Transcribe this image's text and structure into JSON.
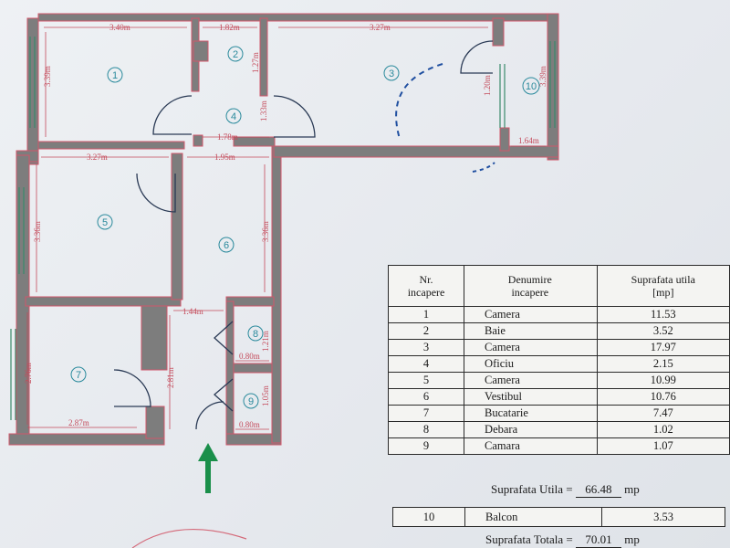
{
  "rooms_on_plan": [
    {
      "num": "1"
    },
    {
      "num": "2"
    },
    {
      "num": "3"
    },
    {
      "num": "4"
    },
    {
      "num": "5"
    },
    {
      "num": "6"
    },
    {
      "num": "7"
    },
    {
      "num": "8"
    },
    {
      "num": "9"
    },
    {
      "num": "10"
    }
  ],
  "dimensions": {
    "d1": "3.40m",
    "d2": "1.82m",
    "d3": "3.27m",
    "d4": "3.39m",
    "d5": "1.78m",
    "d6": "3.27m",
    "d7": "1.95m",
    "d8": "3.36m",
    "d9": "3.36m",
    "d10": "1.44m",
    "d11": "0.80m",
    "d12": "0.80m",
    "d13": "2.76m",
    "d14": "2.87m",
    "d15": "2.81m",
    "d16": "1.64m",
    "d17": "1.27m",
    "d18": "1.33m",
    "d19": "1.21m",
    "d20": "1.05m",
    "d21": "1.20m",
    "d22": "3.39m"
  },
  "table": {
    "headers": {
      "nr": "Nr.\nincapere",
      "name": "Denumire\nincapere",
      "area": "Suprafata utila\n[mp]"
    },
    "rows": [
      {
        "nr": "1",
        "name": "Camera",
        "area": "11.53"
      },
      {
        "nr": "2",
        "name": "Baie",
        "area": "3.52"
      },
      {
        "nr": "3",
        "name": "Camera",
        "area": "17.97"
      },
      {
        "nr": "4",
        "name": "Oficiu",
        "area": "2.15"
      },
      {
        "nr": "5",
        "name": "Camera",
        "area": "10.99"
      },
      {
        "nr": "6",
        "name": "Vestibul",
        "area": "10.76"
      },
      {
        "nr": "7",
        "name": "Bucatarie",
        "area": "7.47"
      },
      {
        "nr": "8",
        "name": "Debara",
        "area": "1.02"
      },
      {
        "nr": "9",
        "name": "Camara",
        "area": "1.07"
      }
    ]
  },
  "utila": {
    "label": "Suprafata Utila =",
    "value": "66.48",
    "unit": "mp"
  },
  "balcon": {
    "nr": "10",
    "name": "Balcon",
    "area": "3.53"
  },
  "totala": {
    "label": "Suprafata Totala =",
    "value": "70.01",
    "unit": "mp"
  },
  "colors": {
    "wall": "#7d7d7d",
    "wall_edge": "#d0566a",
    "dim": "#c44a5a",
    "marker": "#2a8a9c",
    "entry_arrow": "#1a8f4a",
    "stamp": "#d46a7a"
  }
}
